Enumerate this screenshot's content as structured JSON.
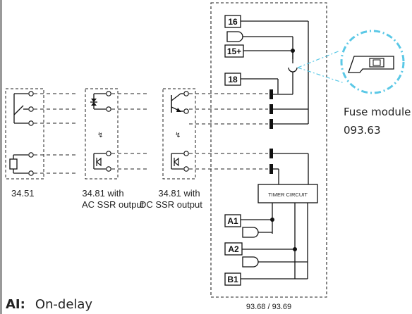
{
  "modules": {
    "m1": {
      "label": "34.51"
    },
    "m2": {
      "label_line1": "34.81 with",
      "label_line2": "AC SSR output"
    },
    "m3": {
      "label_line1": "34.81 with",
      "label_line2": "DC SSR output"
    }
  },
  "timer": {
    "terminals": [
      "16",
      "15+",
      "18",
      "A1",
      "A2",
      "B1"
    ],
    "circuit_label": "TIMER CIRCUIT",
    "model_label": "93.68 / 93.69"
  },
  "fuse": {
    "title": "Fuse module",
    "code": "093.63"
  },
  "function": {
    "code": "AI:",
    "name": "On-delay"
  },
  "colors": {
    "line": "#111111",
    "fuse_circle": "#5bc8e6",
    "dash": "#222222"
  }
}
